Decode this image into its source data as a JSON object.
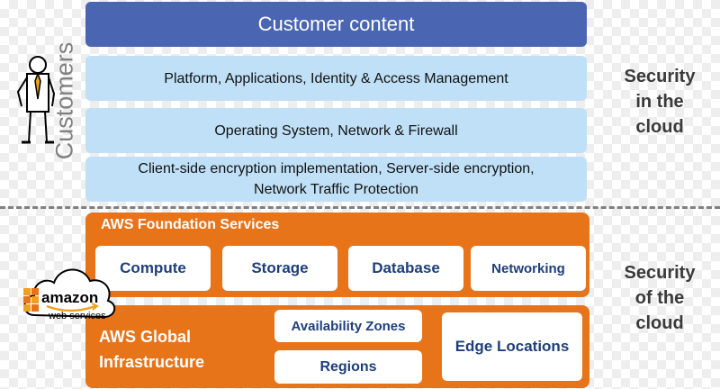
{
  "customer_side": {
    "label": "Customers",
    "customer_content": "Customer content",
    "layers": [
      "Platform, Applications, Identity & Access Management",
      "Operating System, Network & Firewall",
      "Client-side encryption implementation, Server-side encryption,",
      "Network Traffic Protection"
    ],
    "side_label": [
      "Security",
      "in the",
      "cloud"
    ]
  },
  "aws_side": {
    "foundation_title": "AWS Foundation Services",
    "services": [
      "Compute",
      "Storage",
      "Database",
      "Networking"
    ],
    "global_title": [
      "AWS Global",
      "Infrastructure"
    ],
    "availability_zones": "Availability Zones",
    "regions": "Regions",
    "edge_locations": "Edge Locations",
    "side_label": [
      "Security",
      "of the",
      "cloud"
    ]
  },
  "logo": {
    "brand": "amazon",
    "subtitle": "web services"
  },
  "colors": {
    "customer_content": "#4a66b3",
    "customer_layers": "#bfe0f6",
    "aws_orange": "#e8741a",
    "service_text": "#1f3f7a"
  }
}
